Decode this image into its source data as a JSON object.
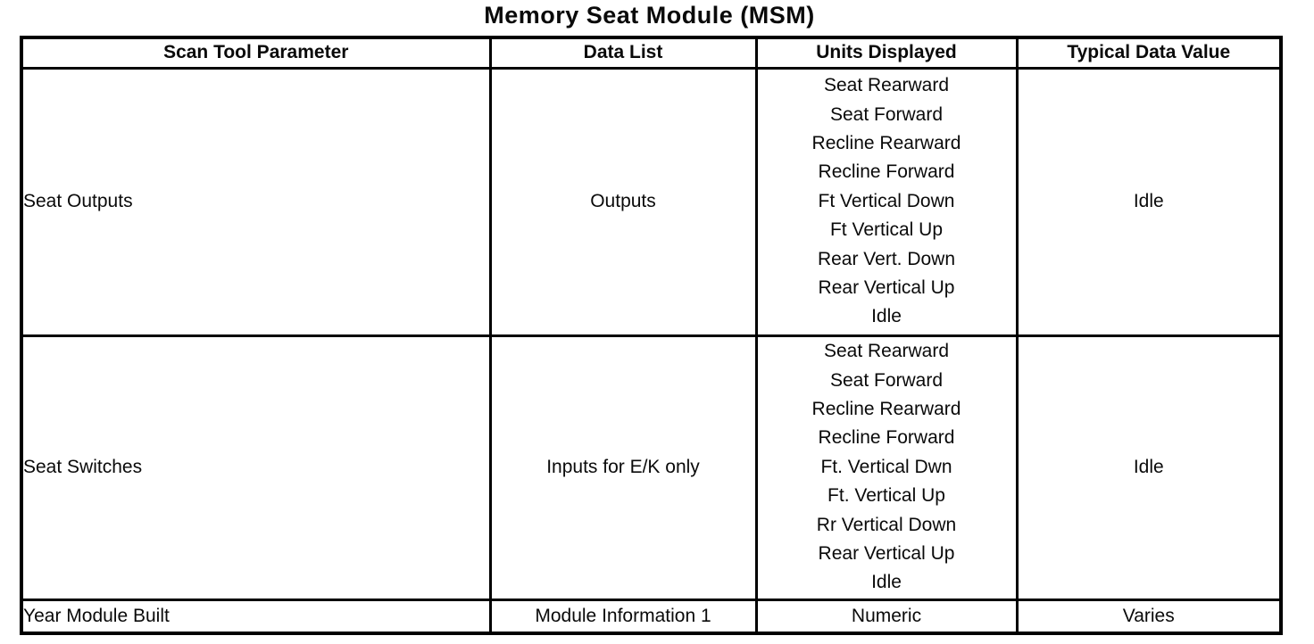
{
  "title": "Memory Seat Module (MSM)",
  "table": {
    "headers": [
      "Scan Tool Parameter",
      "Data List",
      "Units Displayed",
      "Typical Data Value"
    ],
    "rows": [
      {
        "parameter": "Seat Outputs",
        "data_list": "Outputs",
        "units": [
          "Seat Rearward",
          "Seat Forward",
          "Recline Rearward",
          "Recline Forward",
          "Ft Vertical Down",
          "Ft Vertical Up",
          "Rear Vert. Down",
          "Rear Vertical Up",
          "Idle"
        ],
        "typical": "Idle"
      },
      {
        "parameter": "Seat Switches",
        "data_list": "Inputs for E/K only",
        "units": [
          "Seat Rearward",
          "Seat Forward",
          "Recline Rearward",
          "Recline Forward",
          "Ft. Vertical Dwn",
          "Ft. Vertical Up",
          "Rr Vertical Down",
          "Rear Vertical Up",
          "Idle"
        ],
        "typical": "Idle"
      },
      {
        "parameter": "Year Module Built",
        "data_list": "Module Information 1",
        "units": [
          "Numeric"
        ],
        "typical": "Varies"
      }
    ]
  }
}
